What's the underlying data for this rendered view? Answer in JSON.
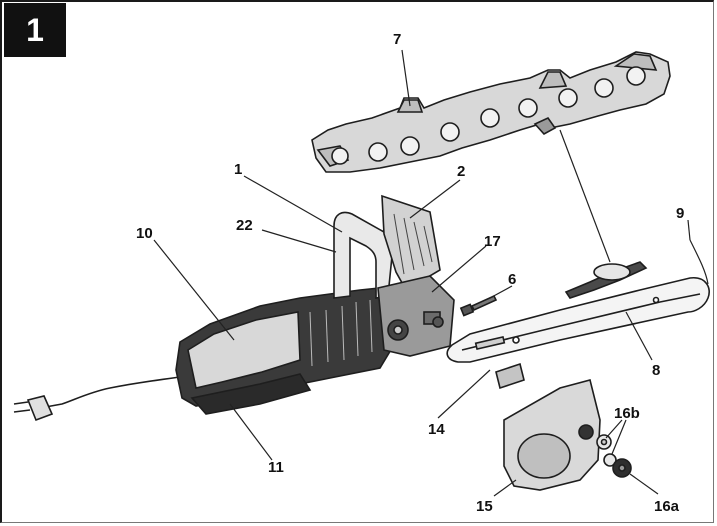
{
  "figure_number": "1",
  "callouts": {
    "c1": "1",
    "c2": "2",
    "c6": "6",
    "c7": "7",
    "c8": "8",
    "c9": "9",
    "c10": "10",
    "c11": "11",
    "c14": "14",
    "c15": "15",
    "c16a": "16a",
    "c16b": "16b",
    "c17": "17",
    "c22": "22"
  }
}
